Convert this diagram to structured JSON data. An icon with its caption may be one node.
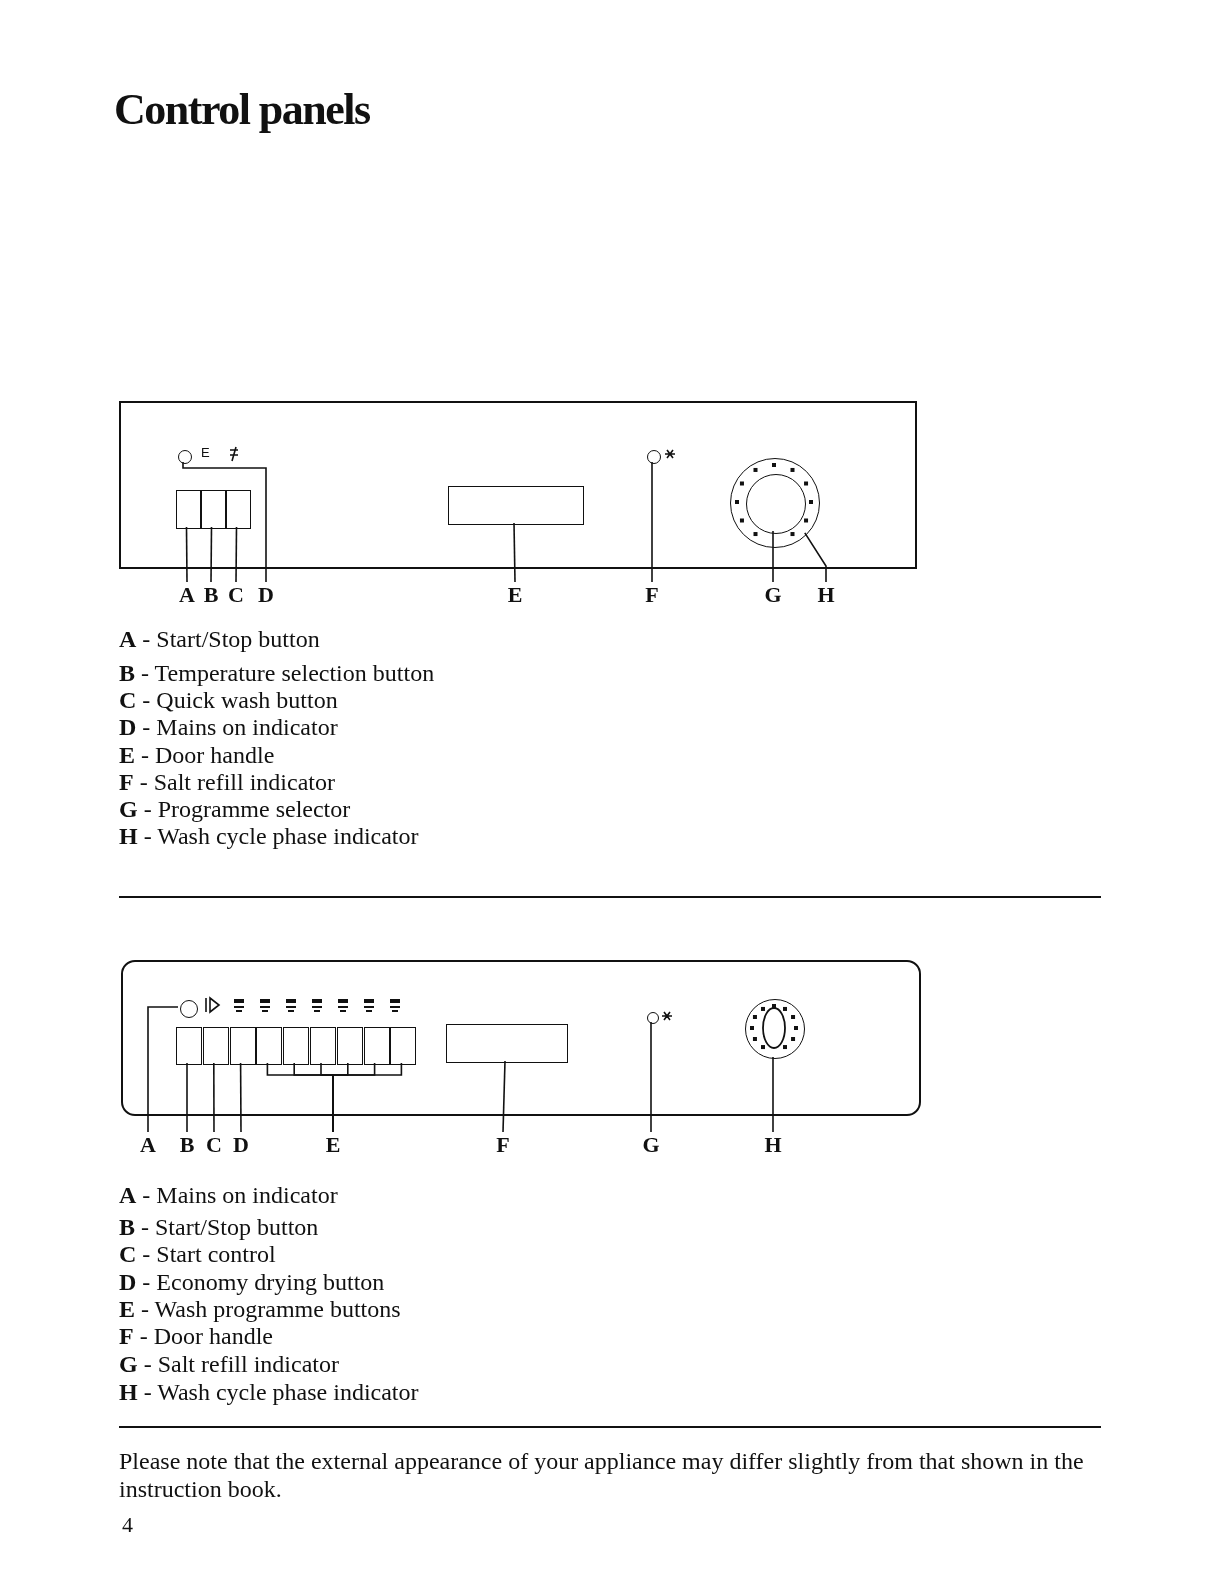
{
  "diagram": {
    "title": "Control panels",
    "nodes": [
      {
        "text": [],
        "shape": "box"
      },
      {
        "text": [],
        "shape": "box",
        "in": 0
      },
      {
        "text": [],
        "shape": "box",
        "in": 0
      },
      {
        "text": [],
        "shape": "box",
        "in": 0
      },
      {
        "text": [],
        "shape": "circle",
        "in": 0
      },
      {
        "text": [],
        "shape": "box",
        "in": 0
      },
      {
        "text": [],
        "shape": "circle",
        "in": 0
      },
      {
        "text": [],
        "shape": "circle",
        "in": 0
      },
      {
        "text": [],
        "shape": "circle",
        "in": 7
      },
      {
        "text": [
          "A"
        ]
      },
      {
        "text": [
          "B"
        ]
      },
      {
        "text": [
          "C"
        ]
      },
      {
        "text": [
          "D"
        ]
      },
      {
        "text": [
          "E"
        ]
      },
      {
        "text": [
          "F"
        ]
      },
      {
        "text": [
          "G"
        ]
      },
      {
        "text": [
          "H"
        ]
      },
      {
        "text": [],
        "shape": "box"
      },
      {
        "text": [],
        "shape": "circle",
        "in": 17
      },
      {
        "text": [],
        "shape": "box",
        "in": 17
      },
      {
        "text": [],
        "shape": "box",
        "in": 17
      },
      {
        "text": [],
        "shape": "box",
        "in": 17
      },
      {
        "text": [],
        "shape": "box",
        "in": 17
      },
      {
        "text": [],
        "shape": "box",
        "in": 17
      },
      {
        "text": [],
        "shape": "box",
        "in": 17
      },
      {
        "text": [],
        "shape": "box",
        "in": 17
      },
      {
        "text": [],
        "shape": "box",
        "in": 17
      },
      {
        "text": [],
        "shape": "box",
        "in": 17
      },
      {
        "text": [],
        "shape": "box",
        "in": 17
      },
      {
        "text": [],
        "shape": "circle",
        "in": 17
      },
      {
        "text": [],
        "shape": "circle",
        "in": 17
      },
      {
        "text": [
          "A"
        ]
      },
      {
        "text": [
          "B"
        ]
      },
      {
        "text": [
          "C"
        ]
      },
      {
        "text": [
          "D"
        ]
      },
      {
        "text": [
          "E"
        ]
      },
      {
        "text": [
          "F"
        ]
      },
      {
        "text": [
          "G"
        ]
      },
      {
        "text": [
          "H"
        ]
      }
    ],
    "edges": [
      {
        "from": 9,
        "to": 1,
        "arrow": "none"
      },
      {
        "from": 10,
        "to": 2,
        "arrow": "none"
      },
      {
        "from": 11,
        "to": 3,
        "arrow": "none"
      },
      {
        "from": 12,
        "to": 4,
        "arrow": "none"
      },
      {
        "from": 13,
        "to": 5,
        "arrow": "none"
      },
      {
        "from": 14,
        "to": 6,
        "arrow": "none"
      },
      {
        "from": 15,
        "to": 8,
        "arrow": "none"
      },
      {
        "from": 16,
        "to": 7,
        "arrow": "none"
      },
      {
        "from": 31,
        "to": 18,
        "arrow": "none"
      },
      {
        "from": 32,
        "to": 19,
        "arrow": "none"
      },
      {
        "from": 33,
        "to": 20,
        "arrow": "none"
      },
      {
        "from": 34,
        "to": 21,
        "arrow": "none"
      },
      {
        "from": 35,
        "to": 22,
        "arrow": "none"
      },
      {
        "from": 35,
        "to": 23,
        "arrow": "none"
      },
      {
        "from": 35,
        "to": 24,
        "arrow": "none"
      },
      {
        "from": 35,
        "to": 25,
        "arrow": "none"
      },
      {
        "from": 35,
        "to": 26,
        "arrow": "none"
      },
      {
        "from": 35,
        "to": 27,
        "arrow": "none"
      },
      {
        "from": 36,
        "to": 28,
        "arrow": "none"
      },
      {
        "from": 37,
        "to": 29,
        "arrow": "none"
      },
      {
        "from": 38,
        "to": 30,
        "arrow": "none"
      }
    ],
    "labels": [
      "E",
      "**A** - Start/Stop button",
      "**B** - Temperature selection button",
      "**C** - Quick wash button",
      "**D** - Mains on indicator",
      "**E** - Door handle",
      "**F** - Salt refill indicator",
      "**G** - Programme selector",
      "**H** - Wash cycle phase indicator",
      "**A** - Mains on indicator",
      "**B** - Start/Stop button",
      "**C** - Start control",
      "**D** - Economy drying button",
      "**E** - Wash programme buttons",
      "**F** - Door handle",
      "**G** - Salt refill indicator",
      "**H** - Wash cycle phase indicator",
      "Please note that the external appearance of your appliance may differ slightly from that shown in the instruction book.",
      "4"
    ]
  }
}
